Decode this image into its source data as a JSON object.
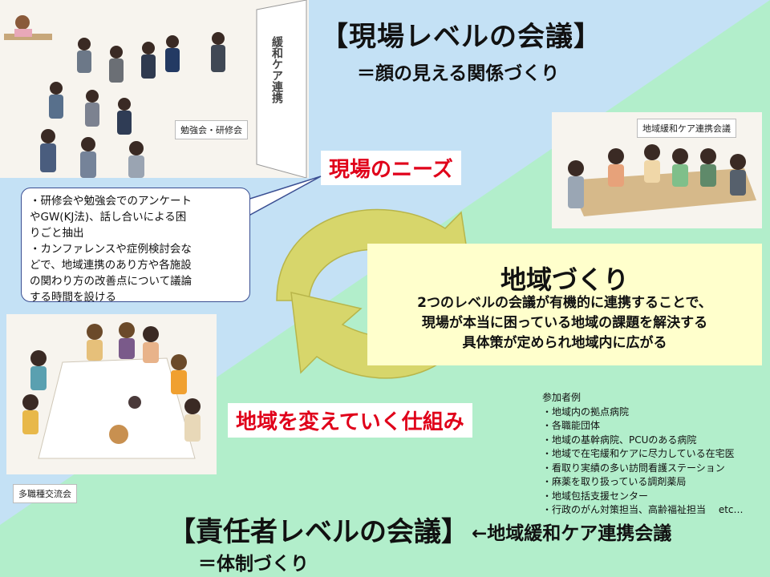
{
  "titles": {
    "field_level": "【現場レベルの会議】",
    "field_level_sub": "＝顔の見える関係づくり",
    "manager_level": "【責任者レベルの会議】",
    "manager_level_note": "←地域緩和ケア連携会議",
    "manager_level_sub": "＝体制づくり"
  },
  "cycle": {
    "field_needs": "現場のニーズ",
    "mechanism": "地域を変えていく仕組み"
  },
  "callout": {
    "lines": [
      "・研修会や勉強会でのアンケート",
      "やGW(KJ法)、話し合いによる困",
      "りごと抽出",
      "・カンファレンスや症例検討会な",
      "どで、地域連携のあり方や各施設",
      "の関わり方の改善点について議論",
      "する時間を設ける"
    ]
  },
  "community": {
    "title": "地域づくり",
    "lines": [
      "2つのレベルの会議が有機的に連携することで、",
      "現場が本当に困っている地域の課題を解決する",
      "具体策が定められ地域内に広がる"
    ]
  },
  "captions": {
    "study_session": "勉強会・研修会",
    "regional_meeting": "地域緩和ケア連携会議",
    "multidisciplinary": "多職種交流会",
    "board_text": "緩和ケア連携"
  },
  "participants": {
    "heading": "参加者例",
    "items": [
      "・地域内の拠点病院",
      "・各職能団体",
      "・地域の基幹病院、PCUのある病院",
      "・地域で在宅緩和ケアに尽力している在宅医",
      "・看取り実績の多い訪問看護ステーション",
      "・麻薬を取り扱っている調剤薬局",
      "・地域包括支援センター",
      "・行政のがん対策担当、高齢福祉担当　 etc…"
    ]
  },
  "colors": {
    "sky": "#c4e1f5",
    "mint": "#b2eecb",
    "arrow_fill": "#d7d66b",
    "arrow_stroke": "#b8b54a",
    "highlight_text": "#e0001a",
    "callout_border": "#3a4e92",
    "yellow_box": "#ffffcc"
  }
}
